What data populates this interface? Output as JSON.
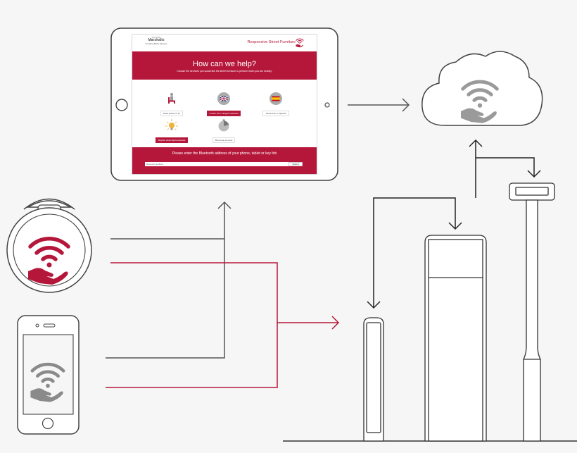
{
  "tablet": {
    "brand_line1": "Marshalls",
    "brand_line2": "Marshalls",
    "brand_tagline": "Creating Better Spaces",
    "app_title": "Responsive Street Furniture",
    "heading": "How can we help?",
    "subheading": "Choose the services you would like the street furniture to perform when you are nearby:",
    "services": [
      {
        "label": "Extra places to sit",
        "selected": false,
        "icon": "seat-icon"
      },
      {
        "label": "Louder info in English selected",
        "selected": true,
        "icon": "uk-flag-icon"
      },
      {
        "label": "Tourist info in Spanish",
        "selected": false,
        "icon": "spain-flag-icon"
      },
      {
        "label": "Brighter street lights selected",
        "selected": true,
        "icon": "light-bulb-icon"
      },
      {
        "label": "More time to cross",
        "selected": false,
        "icon": "timer-icon"
      }
    ],
    "bluetooth_prompt": "Please enter the Bluetooth address of your phone, tablet or key fob",
    "bluetooth_placeholder": "Bluetooth address",
    "submit_label": "Submit"
  },
  "colors": {
    "brand": "#b5173a",
    "line": "#555555",
    "fob_wifi": "#b5173a",
    "phone_wifi": "#8a8a8a",
    "cloud_wifi": "#9a9a9a",
    "background": "#f6f6f6"
  }
}
